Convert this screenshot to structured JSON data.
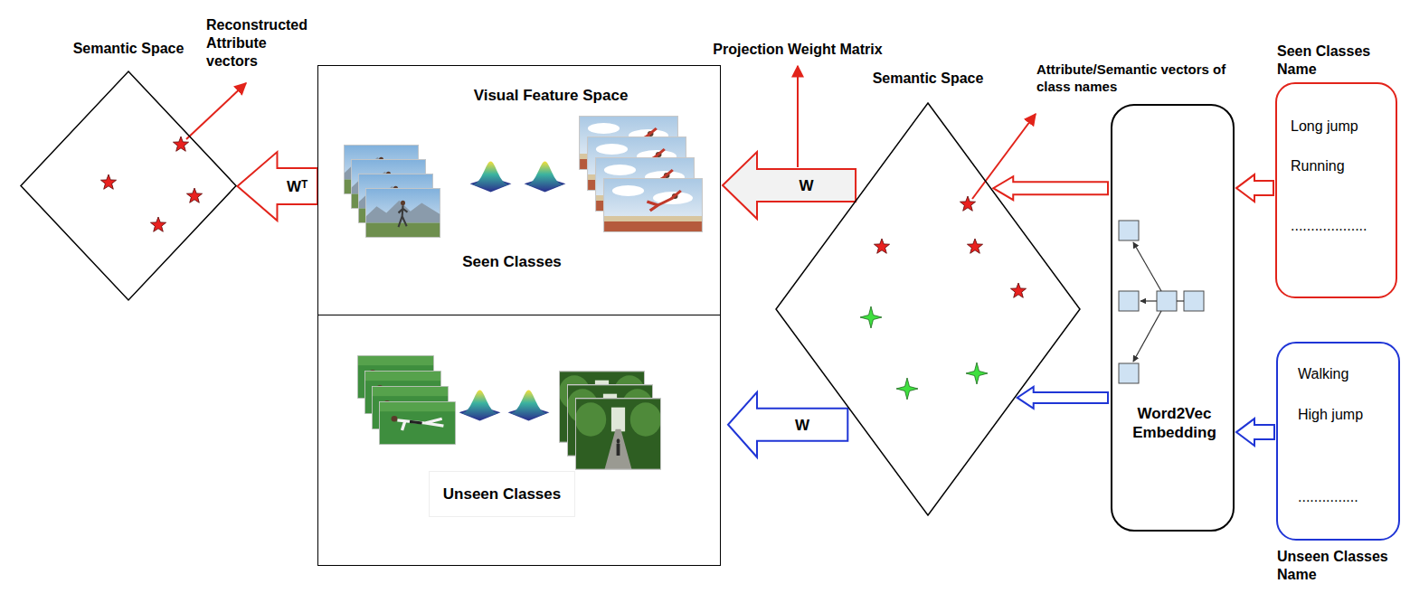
{
  "diagram": {
    "nodes": [
      {
        "text": [
          "Semantic Space"
        ]
      },
      {
        "text": [
          "Visual Feature Space",
          "Seen Classes"
        ]
      },
      {
        "text": [
          "Unseen Classes"
        ]
      },
      {
        "text": [
          "Semantic Space"
        ]
      },
      {
        "text": [
          "Word2Vec Embedding"
        ]
      },
      {
        "text": [
          "Seen Classes Name",
          "Long jump",
          "Running",
          "..................."
        ]
      },
      {
        "text": [
          "Walking",
          "High jump",
          "...............",
          "Unseen Classes Name"
        ]
      }
    ],
    "edges": [
      {
        "from": 1,
        "to": 0,
        "arrow": "to",
        "label": "Wᵀ"
      },
      {
        "from": 3,
        "to": 1,
        "arrow": "to",
        "label": "W"
      },
      {
        "from": 3,
        "to": 2,
        "arrow": "to",
        "label": "W"
      },
      {
        "from": 4,
        "to": 3,
        "arrow": "to"
      },
      {
        "from": 4,
        "to": 3,
        "arrow": "to"
      },
      {
        "from": 5,
        "to": 4,
        "arrow": "to"
      },
      {
        "from": 6,
        "to": 4,
        "arrow": "to"
      }
    ],
    "labels": [
      "Reconstructed Attribute vectors",
      "Projection Weight Matrix",
      "Attribute/Semantic vectors of class names"
    ]
  }
}
